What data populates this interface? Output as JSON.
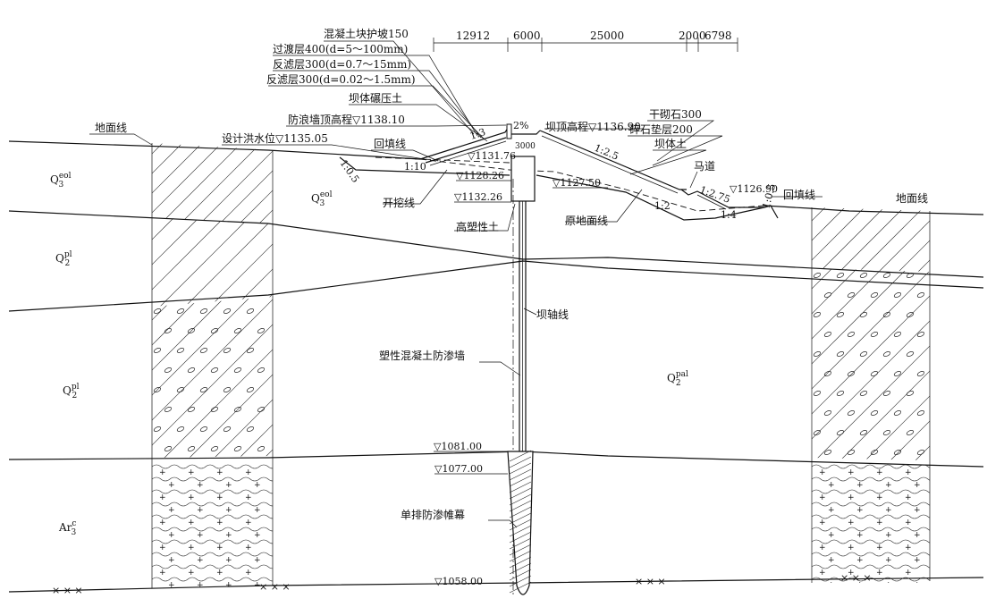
{
  "labels": {
    "slope_protection": "混凝土块护坡150",
    "transition_layer": "过渡层400(d=5～100mm)",
    "filter_layer_1": "反滤层300(d=0.7～15mm)",
    "filter_layer_2": "反滤层300(d=0.02～1.5mm)",
    "dam_compacted": "坝体碾压土",
    "wave_wall_elev": "防浪墙顶高程▽1138.10",
    "flood_level": "设计洪水位▽1135.05",
    "ground_line_left": "地面线",
    "ground_line_right": "地面线",
    "backfill_left": "回填线",
    "backfill_right": "回填线",
    "excavation_line": "开挖线",
    "crest_elev": "坝顶高程▽1136.90",
    "dry_stone": "干砌石300",
    "gravel_cushion": "碎石垫层200",
    "dam_soil": "坝体土",
    "berm": "马道",
    "original_ground": "原地面线",
    "high_plastic_clay": "高塑性土",
    "dam_axis": "坝轴线",
    "cutoff_wall": "塑性混凝土防渗墙",
    "grout_curtain": "单排防渗帷幕"
  },
  "elevations": {
    "e1131": "▽1131.76",
    "e1128": "▽1128.26",
    "e1132": "▽1132.26",
    "e1127": "▽1127.50",
    "e1126": "▽1126.90",
    "e1081": "▽1081.00",
    "e1077": "▽1077.00",
    "e1058": "▽1058.00"
  },
  "slopes": {
    "s_up_crest": "1:3",
    "s_crest_pct": "2%",
    "s_down_1": "1:2.5",
    "s_down_2": "1:2.75",
    "s_exc_1": "1:10",
    "s_exc_2": "1:0.5",
    "s_right_1": "1:2",
    "s_right_2": "1:4",
    "s_right_3": "1:0.5"
  },
  "dimensions": {
    "d1": "12912",
    "d2": "6000",
    "d3": "25000",
    "d4": "2000",
    "d5": "6798",
    "crest_width": "3000"
  },
  "strata": {
    "q3_left": "Q",
    "q3_left_sup": "eol",
    "q3_left_sub": "3",
    "q3_mid": "Q",
    "q3_mid_sup": "eol",
    "q3_mid_sub": "3",
    "q2pl_1": "Q",
    "q2pl_1_sup": "pl",
    "q2pl_1_sub": "2",
    "q2pl_2": "Q",
    "q2pl_2_sup": "pl",
    "q2pl_2_sub": "2",
    "q2pal": "Q",
    "q2pal_sup": "pal",
    "q2pal_sub": "2",
    "ar": "Ar",
    "ar_sup": "c",
    "ar_sub": "3"
  }
}
